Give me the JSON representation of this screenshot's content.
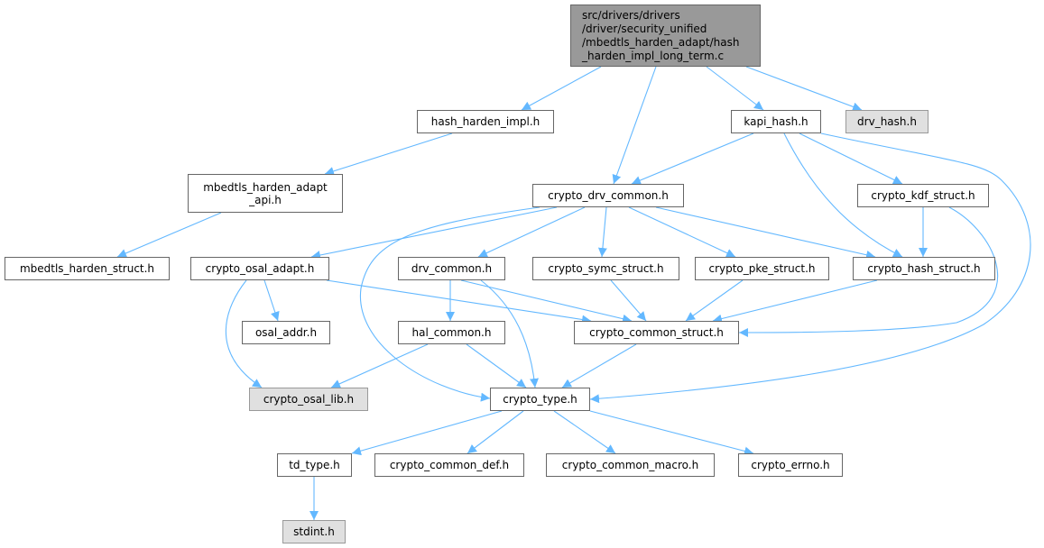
{
  "colors": {
    "edge": "#63b8ff",
    "root_fill": "#999999",
    "external_fill": "#e0e0e0",
    "node_border": "#666666"
  },
  "nodes": {
    "root": {
      "label": "src/drivers/drivers\n/driver/security_unified\n/mbedtls_harden_adapt/hash\n_harden_impl_long_term.c",
      "kind": "root"
    },
    "hash_harden_impl": {
      "label": "hash_harden_impl.h",
      "kind": "local"
    },
    "kapi_hash": {
      "label": "kapi_hash.h",
      "kind": "local"
    },
    "drv_hash": {
      "label": "drv_hash.h",
      "kind": "external"
    },
    "mbedtls_harden_adapt_api": {
      "label": "mbedtls_harden_adapt\n_api.h",
      "kind": "local"
    },
    "crypto_drv_common": {
      "label": "crypto_drv_common.h",
      "kind": "local"
    },
    "crypto_kdf_struct": {
      "label": "crypto_kdf_struct.h",
      "kind": "local"
    },
    "mbedtls_harden_struct": {
      "label": "mbedtls_harden_struct.h",
      "kind": "local"
    },
    "crypto_osal_adapt": {
      "label": "crypto_osal_adapt.h",
      "kind": "local"
    },
    "drv_common": {
      "label": "drv_common.h",
      "kind": "local"
    },
    "crypto_symc_struct": {
      "label": "crypto_symc_struct.h",
      "kind": "local"
    },
    "crypto_pke_struct": {
      "label": "crypto_pke_struct.h",
      "kind": "local"
    },
    "crypto_hash_struct": {
      "label": "crypto_hash_struct.h",
      "kind": "local"
    },
    "osal_addr": {
      "label": "osal_addr.h",
      "kind": "local"
    },
    "hal_common": {
      "label": "hal_common.h",
      "kind": "local"
    },
    "crypto_common_struct": {
      "label": "crypto_common_struct.h",
      "kind": "local"
    },
    "crypto_osal_lib": {
      "label": "crypto_osal_lib.h",
      "kind": "external"
    },
    "crypto_type": {
      "label": "crypto_type.h",
      "kind": "local"
    },
    "td_type": {
      "label": "td_type.h",
      "kind": "local"
    },
    "crypto_common_def": {
      "label": "crypto_common_def.h",
      "kind": "local"
    },
    "crypto_common_macro": {
      "label": "crypto_common_macro.h",
      "kind": "local"
    },
    "crypto_errno": {
      "label": "crypto_errno.h",
      "kind": "local"
    },
    "stdint": {
      "label": "stdint.h",
      "kind": "external"
    }
  },
  "edges": [
    [
      "root",
      "hash_harden_impl"
    ],
    [
      "root",
      "crypto_drv_common"
    ],
    [
      "root",
      "kapi_hash"
    ],
    [
      "root",
      "drv_hash"
    ],
    [
      "hash_harden_impl",
      "mbedtls_harden_adapt_api"
    ],
    [
      "mbedtls_harden_adapt_api",
      "mbedtls_harden_struct"
    ],
    [
      "kapi_hash",
      "crypto_drv_common"
    ],
    [
      "kapi_hash",
      "crypto_kdf_struct"
    ],
    [
      "kapi_hash",
      "crypto_hash_struct"
    ],
    [
      "kapi_hash",
      "crypto_type"
    ],
    [
      "crypto_drv_common",
      "crypto_osal_adapt"
    ],
    [
      "crypto_drv_common",
      "crypto_type"
    ],
    [
      "crypto_drv_common",
      "drv_common"
    ],
    [
      "crypto_drv_common",
      "crypto_symc_struct"
    ],
    [
      "crypto_drv_common",
      "crypto_pke_struct"
    ],
    [
      "crypto_drv_common",
      "crypto_hash_struct"
    ],
    [
      "crypto_kdf_struct",
      "crypto_hash_struct"
    ],
    [
      "crypto_kdf_struct",
      "crypto_common_struct"
    ],
    [
      "crypto_osal_adapt",
      "osal_addr"
    ],
    [
      "crypto_osal_adapt",
      "crypto_osal_lib"
    ],
    [
      "crypto_osal_adapt",
      "crypto_common_struct"
    ],
    [
      "drv_common",
      "hal_common"
    ],
    [
      "drv_common",
      "crypto_common_struct"
    ],
    [
      "drv_common",
      "crypto_type"
    ],
    [
      "crypto_symc_struct",
      "crypto_common_struct"
    ],
    [
      "crypto_pke_struct",
      "crypto_common_struct"
    ],
    [
      "crypto_hash_struct",
      "crypto_common_struct"
    ],
    [
      "hal_common",
      "crypto_osal_lib"
    ],
    [
      "hal_common",
      "crypto_type"
    ],
    [
      "crypto_common_struct",
      "crypto_type"
    ],
    [
      "crypto_type",
      "td_type"
    ],
    [
      "crypto_type",
      "crypto_common_def"
    ],
    [
      "crypto_type",
      "crypto_common_macro"
    ],
    [
      "crypto_type",
      "crypto_errno"
    ],
    [
      "td_type",
      "stdint"
    ]
  ]
}
